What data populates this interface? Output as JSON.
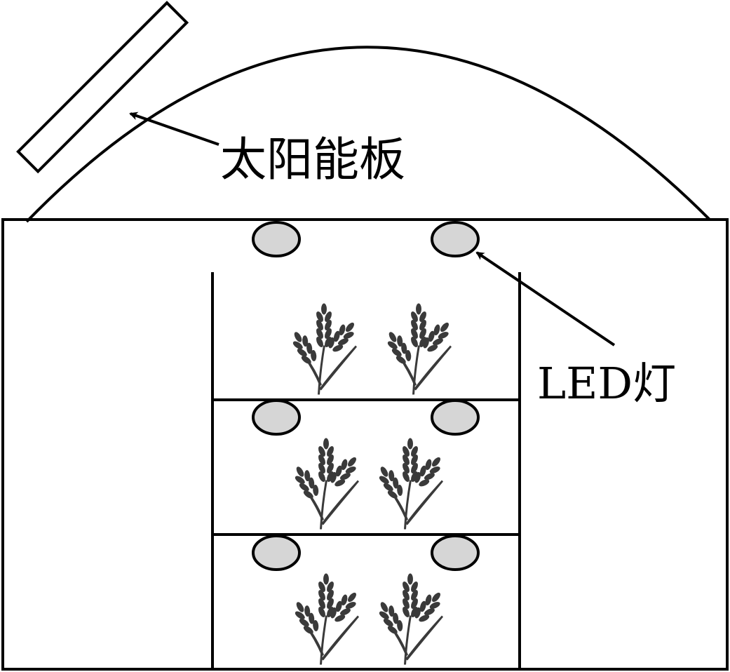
{
  "labels": {
    "solar_panel": "太阳能板",
    "led_light": "LED灯"
  },
  "colors": {
    "stroke": "#000000",
    "led_fill": "#d6d6d6",
    "plant_fill": "#3a3a3a",
    "background": "#ffffff"
  },
  "structure": {
    "shelf_tiers": 3,
    "lights_per_tier": 2,
    "plants_per_tier": 2
  },
  "icons": {
    "plant": "wheat-icon",
    "light": "led-light-icon",
    "panel": "solar-panel-icon"
  }
}
